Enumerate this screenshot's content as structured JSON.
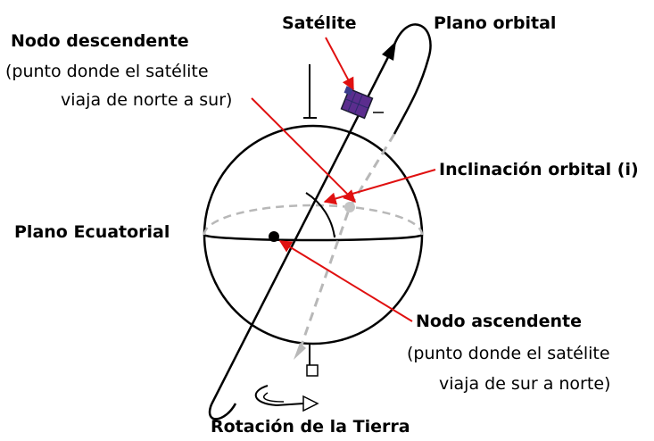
{
  "labels": {
    "satellite": "Satélite",
    "orbital_plane": "Plano orbital",
    "descending_node": "Nodo descendente",
    "descending_desc_1": "(punto donde el satélite",
    "descending_desc_2": "viaja de norte a sur)",
    "inclination": "Inclinación orbital (i)",
    "equatorial_plane": "Plano Ecuatorial",
    "ascending_node": "Nodo ascendente",
    "ascending_desc_1": "(punto donde el satélite",
    "ascending_desc_2": "viaja de sur a norte)",
    "earth_rotation": "Rotación de la Tierra"
  },
  "colors": {
    "pointer": "#e01010",
    "satellite_body": "#5b2d8e",
    "dashed": "#b8b8b8",
    "stroke": "#000000"
  }
}
